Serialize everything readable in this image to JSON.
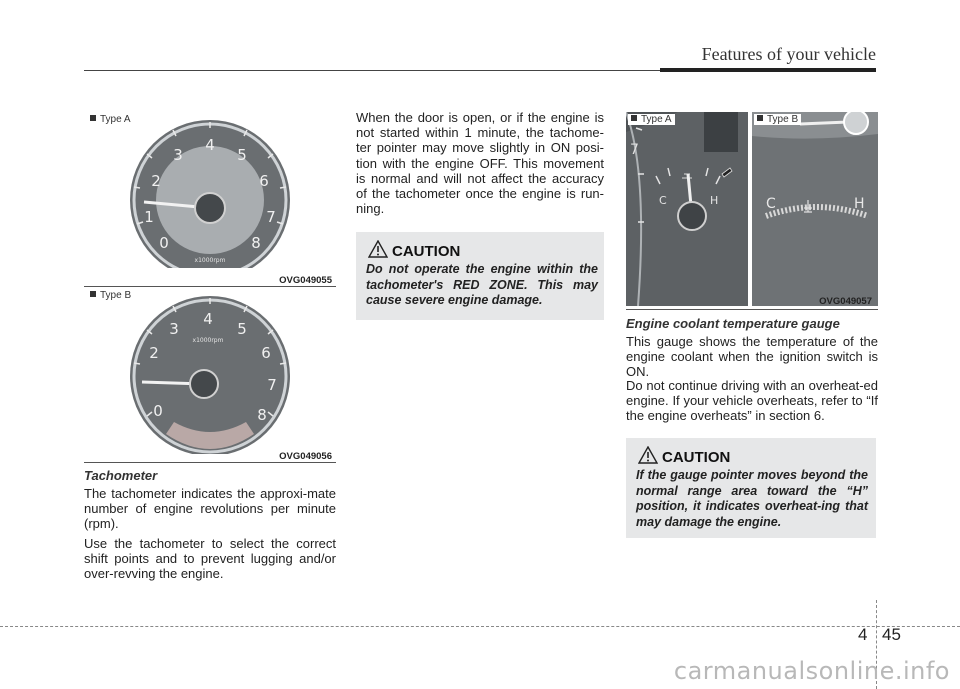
{
  "header": {
    "title": "Features of your vehicle"
  },
  "figures": {
    "fig1": {
      "type_label": "Type A",
      "code": "OVG049055",
      "rpm_label": "x1000rpm",
      "numbers": [
        "0",
        "1",
        "2",
        "3",
        "4",
        "5",
        "6",
        "7",
        "8"
      ]
    },
    "fig2": {
      "type_label": "Type B",
      "code": "OVG049056",
      "rpm_label": "x1000rpm",
      "numbers": [
        "0",
        "2",
        "3",
        "4",
        "5",
        "6",
        "7",
        "8"
      ]
    },
    "fig3": {
      "type_a_label": "Type A",
      "type_b_label": "Type B",
      "code": "OVG049057",
      "left_num": "7",
      "c": "C",
      "h": "H"
    }
  },
  "left": {
    "heading": "Tachometer",
    "para1": "The tachometer indicates the approxi-mate number of engine revolutions per minute (rpm).",
    "para2": "Use the tachometer to select the correct shift points and to prevent lugging and/or over-revving the engine."
  },
  "middle": {
    "para1": "When the door is open, or if the engine is not started within 1 minute, the tachome-ter pointer may move slightly in ON posi-tion with the engine OFF. This movement is normal and will not affect the accuracy of the tachometer once the engine is run-ning.",
    "caution": {
      "title": "CAUTION",
      "text": "Do not operate the engine within the tachometer's RED ZONE. This may cause severe engine damage."
    }
  },
  "right": {
    "heading": "Engine coolant temperature gauge",
    "para1": "This gauge shows the temperature of the engine coolant when the ignition switch is ON.",
    "para2": "Do not continue driving with an overheat-ed engine. If your vehicle overheats, refer to “If the engine overheats” in section 6.",
    "caution": {
      "title": "CAUTION",
      "text": "If the gauge pointer moves beyond the normal range area toward the “H” position, it indicates overheat-ing that may damage the engine."
    }
  },
  "footer": {
    "chapter": "4",
    "page": "45",
    "watermark": "carmanualsonline.info"
  }
}
